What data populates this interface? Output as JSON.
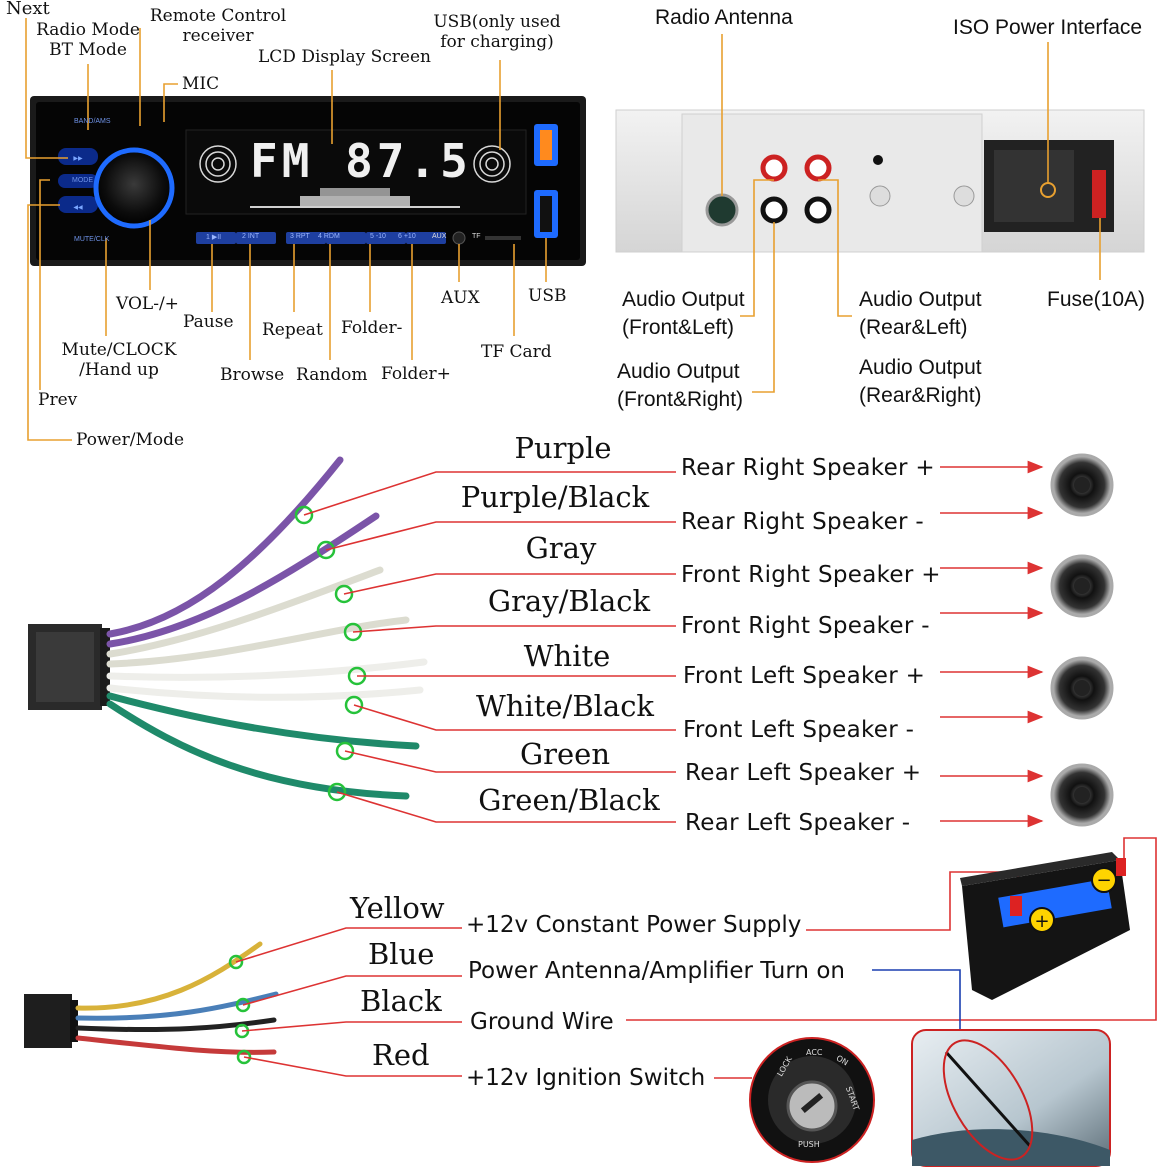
{
  "headunit": {
    "labels": {
      "next": "Next",
      "radio_bt_mode": [
        "Radio Mode",
        "BT Mode"
      ],
      "remote_receiver": [
        "Remote Control",
        "receiver"
      ],
      "lcd": "LCD Display Screen",
      "usb_charging": [
        "USB(only used",
        "for charging)"
      ],
      "mic": "MIC",
      "vol": "VOL-/+",
      "pause": "Pause",
      "repeat": "Repeat",
      "folder_minus": "Folder-",
      "aux": "AUX",
      "usb": "USB",
      "mute_clock": [
        "Mute/CLOCK",
        "/Hand up"
      ],
      "browse": "Browse",
      "random": "Random",
      "folder_plus": "Folder+",
      "tf_card": "TF Card",
      "prev": "Prev",
      "power_mode": "Power/Mode"
    },
    "display_text": "FM 87.5",
    "panel_text": {
      "band": "BAND/AMS",
      "mode": "MODE",
      "mute": "MUTE/CLK",
      "keys": [
        "1 ▶II",
        "2 INT",
        "3 RPT",
        "4 RDM",
        "5 -10",
        "6 +10"
      ],
      "aux": "AUX",
      "tf": "TF"
    }
  },
  "rear_panel": {
    "radio_antenna": "Radio Antenna",
    "iso_interface": "ISO Power Interface",
    "audio_front_left": [
      "Audio Output",
      "(Front&Left)"
    ],
    "audio_front_right": [
      "Audio Output",
      "(Front&Right)"
    ],
    "audio_rear_left": [
      "Audio Output",
      "(Rear&Left)"
    ],
    "audio_rear_right": [
      "Audio Output",
      "(Rear&Right)"
    ],
    "fuse": "Fuse(10A)"
  },
  "speaker_wires": [
    {
      "color": "Purple",
      "function": "Rear Right Speaker +",
      "wire_hex": "#7b54a8"
    },
    {
      "color": "Purple/Black",
      "function": "Rear Right Speaker -",
      "wire_hex": "#7b54a8"
    },
    {
      "color": "Gray",
      "function": "Front Right Speaker +",
      "wire_hex": "#dcdcd0"
    },
    {
      "color": "Gray/Black",
      "function": "Front Right Speaker -",
      "wire_hex": "#dcdcd0"
    },
    {
      "color": "White",
      "function": "Front Left Speaker +",
      "wire_hex": "#f2f2ec"
    },
    {
      "color": "White/Black",
      "function": "Front Left Speaker -",
      "wire_hex": "#f2f2ec"
    },
    {
      "color": "Green",
      "function": "Rear Left Speaker +",
      "wire_hex": "#1f8a6a"
    },
    {
      "color": "Green/Black",
      "function": "Rear Left Speaker -",
      "wire_hex": "#1f8a6a"
    }
  ],
  "power_wires": [
    {
      "color": "Yellow",
      "function": "+12v Constant Power Supply",
      "wire_hex": "#d8b23a"
    },
    {
      "color": "Blue",
      "function": "Power Antenna/Amplifier Turn on",
      "wire_hex": "#4a7fb8"
    },
    {
      "color": "Black",
      "function": "Ground Wire",
      "wire_hex": "#222222"
    },
    {
      "color": "Red",
      "function": "+12v Ignition Switch",
      "wire_hex": "#c53a3a"
    }
  ],
  "ignition_text": [
    "LOCK",
    "ACC",
    "ON",
    "START",
    "PUSH"
  ],
  "colors": {
    "leader_line": "#e8a030",
    "red_line": "#d33",
    "blue_line": "#1a3fb0",
    "green_dot": "#26c23a",
    "accent_blue": "#1e6bff"
  }
}
